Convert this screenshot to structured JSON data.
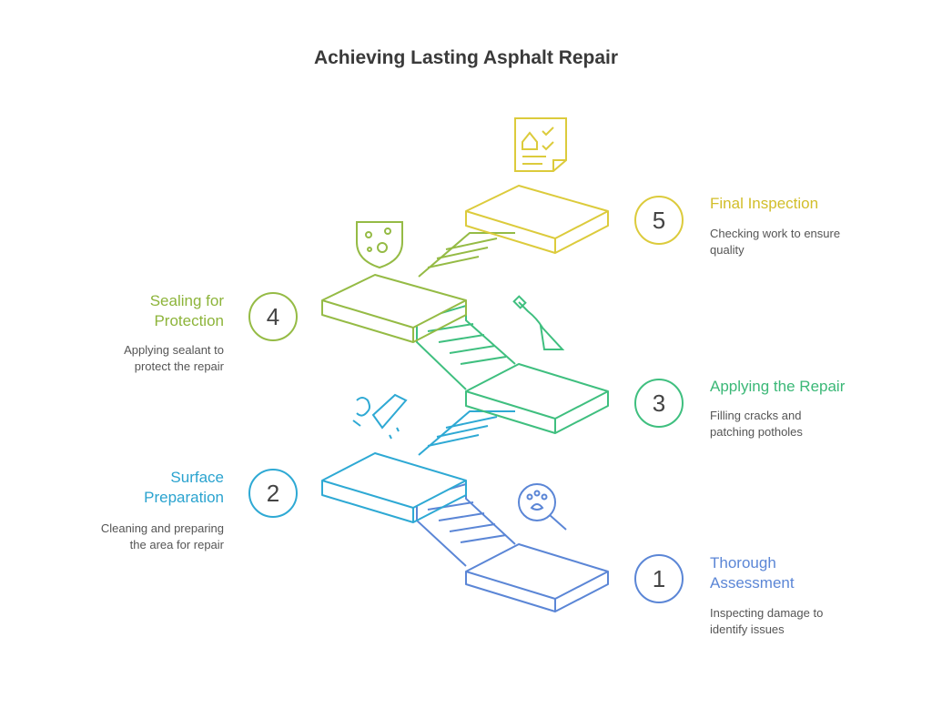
{
  "title": "Achieving Lasting Asphalt Repair",
  "colors": {
    "step1": "#5b86d6",
    "step2": "#2ea9d4",
    "step3": "#3fbf7f",
    "step4": "#95bb45",
    "step5": "#dccb3c"
  },
  "steps": [
    {
      "number": "1",
      "heading_line1": "Thorough",
      "heading_line2": "Assessment",
      "desc_line1": "Inspecting damage to",
      "desc_line2": "identify issues",
      "icon": "magnifier-paw-icon"
    },
    {
      "number": "2",
      "heading_line1": "Surface",
      "heading_line2": "Preparation",
      "desc_line1": "Cleaning and preparing",
      "desc_line2": "the area for repair",
      "icon": "broom-icon"
    },
    {
      "number": "3",
      "heading_line1": "Applying the Repair",
      "heading_line2": "",
      "desc_line1": "Filling cracks and",
      "desc_line2": "patching potholes",
      "icon": "trowel-icon"
    },
    {
      "number": "4",
      "heading_line1": "Sealing for",
      "heading_line2": "Protection",
      "desc_line1": "Applying sealant to",
      "desc_line2": "protect the repair",
      "icon": "shield-icon"
    },
    {
      "number": "5",
      "heading_line1": "Final Inspection",
      "heading_line2": "",
      "desc_line1": "Checking work to ensure",
      "desc_line2": "quality",
      "icon": "checklist-icon"
    }
  ]
}
